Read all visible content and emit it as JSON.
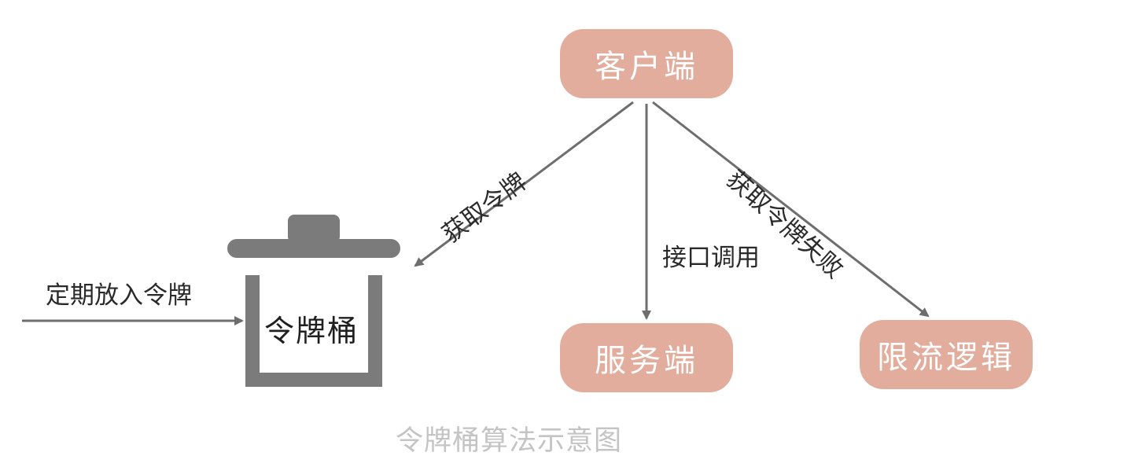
{
  "nodes": {
    "client": "客户端",
    "server": "服务端",
    "limiter": "限流逻辑",
    "bucket": "令牌桶"
  },
  "edges": {
    "refill": "定期放入令牌",
    "get_token": "获取令牌",
    "api_call": "接口调用",
    "get_token_fail": "获取令牌失败"
  },
  "caption": "令牌桶算法示意图",
  "colors": {
    "node_fill": "#e2ad9d",
    "node_text": "#ffffff",
    "bucket": "#7b7b7b",
    "arrow": "#6e6e6e",
    "caption": "#c4c4c4"
  }
}
